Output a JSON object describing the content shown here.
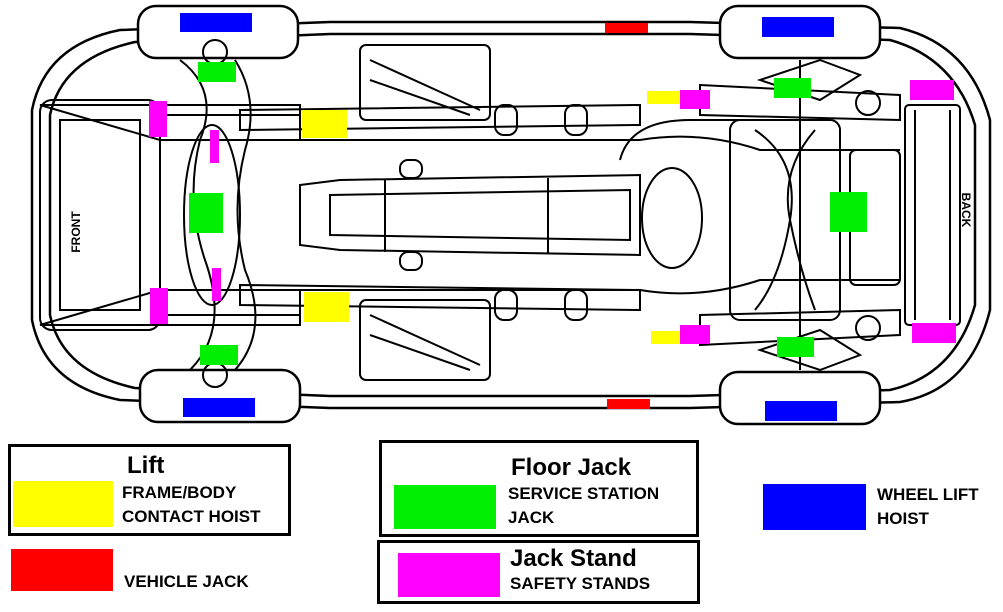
{
  "colors": {
    "yellow": "#ffff00",
    "red": "#ff0000",
    "green": "#00ee00",
    "magenta": "#ff00ff",
    "blue": "#0000ff"
  },
  "diagram": {
    "front_label": "FRONT",
    "back_label": "BACK"
  },
  "legend": {
    "lift": {
      "title": "Lift",
      "frame_body_line1": "FRAME/BODY",
      "frame_body_line2": "CONTACT HOIST",
      "vehicle_jack": "VEHICLE JACK"
    },
    "floor_jack": {
      "title": "Floor Jack",
      "service_line1": "SERVICE STATION",
      "service_line2": "JACK"
    },
    "jack_stand": {
      "title": "Jack Stand",
      "text": "SAFETY STANDS"
    },
    "wheel_lift": {
      "line1": "WHEEL LIFT",
      "line2": "HOIST"
    }
  }
}
